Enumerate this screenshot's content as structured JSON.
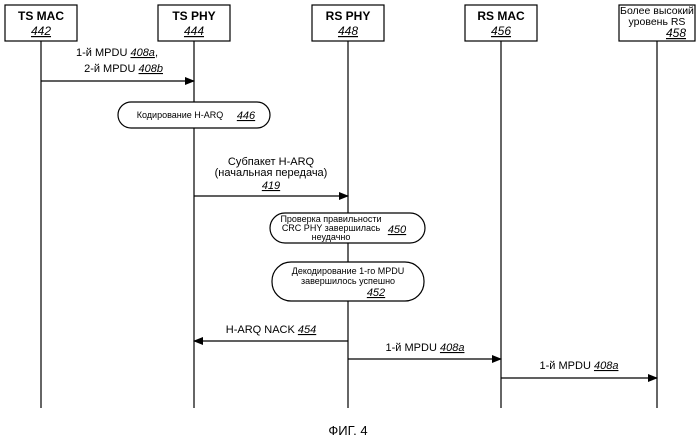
{
  "participants": [
    {
      "name": "TS MAC",
      "num": "442"
    },
    {
      "name": "TS PHY",
      "num": "444"
    },
    {
      "name": "RS PHY",
      "num": "448"
    },
    {
      "name": "RS MAC",
      "num": "456"
    },
    {
      "name_line1": "Более высокий",
      "name_line2": "уровень RS",
      "num": "458"
    }
  ],
  "messages": {
    "m1": {
      "line1": "1-й MPDU",
      "line1_num": "408a",
      "line2": "2-й MPDU",
      "line2_num": "408b"
    },
    "m2": {
      "line1": "Субпакет H-ARQ",
      "line2": "(начальная передача)",
      "num": "419"
    },
    "m3": {
      "text": "H-ARQ NACK",
      "num": "454"
    },
    "m4": {
      "text": "1-й MPDU",
      "num": "408a"
    },
    "m5": {
      "text": "1-й MPDU",
      "num": "408a"
    }
  },
  "processes": {
    "p1": {
      "text": "Кодирование H-ARQ",
      "num": "446"
    },
    "p2": {
      "line1": "Проверка правильности",
      "line2": "CRC PHY завершилась",
      "line3": "неудачно",
      "num": "450"
    },
    "p3": {
      "line1": "Декодирование 1-го MPDU",
      "line2": "завершилось успешно",
      "num": "452"
    }
  },
  "figure_caption": "ФИГ. 4"
}
